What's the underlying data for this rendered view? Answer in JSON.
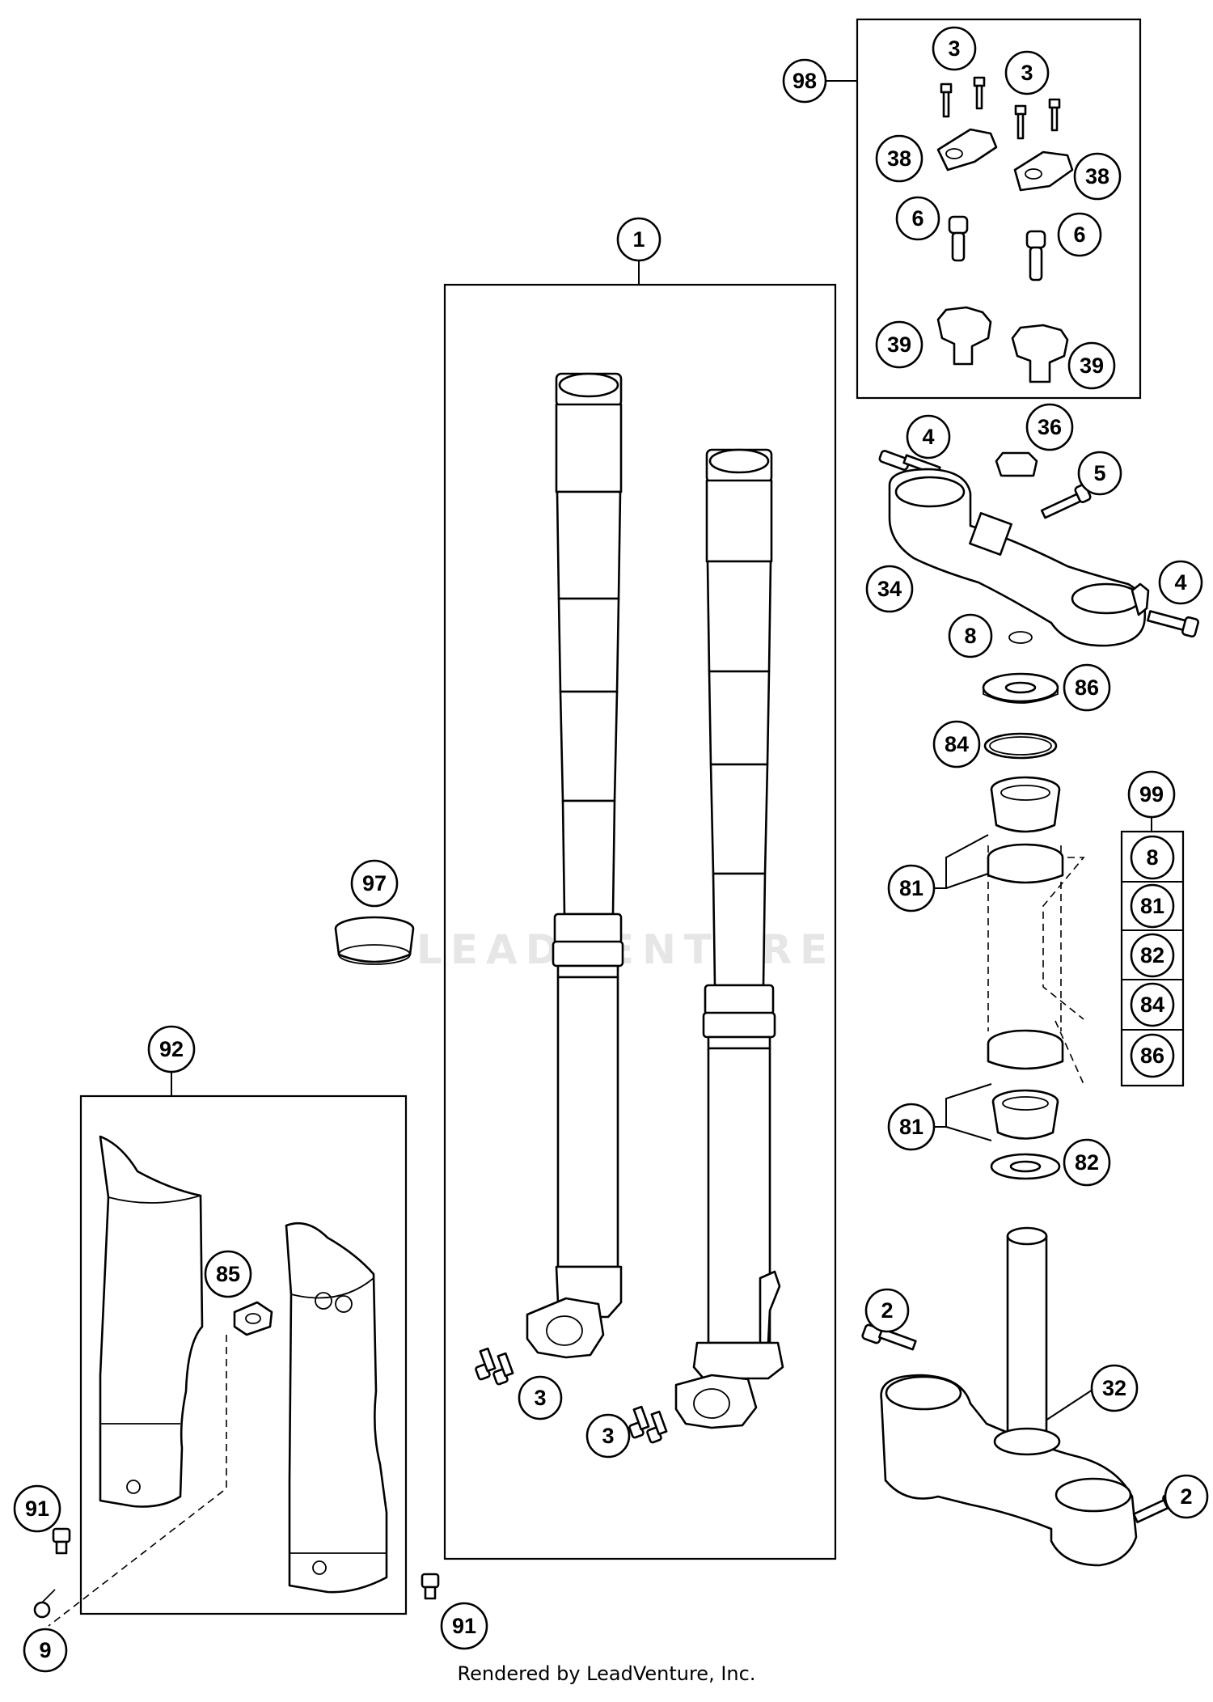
{
  "watermark": "LEADVENTURE",
  "footer": "Rendered by LeadVenture, Inc.",
  "callouts": [
    {
      "id": "c-98",
      "label": "98"
    },
    {
      "id": "c-3a",
      "label": "3"
    },
    {
      "id": "c-3b",
      "label": "3"
    },
    {
      "id": "c-38a",
      "label": "38"
    },
    {
      "id": "c-38b",
      "label": "38"
    },
    {
      "id": "c-6a",
      "label": "6"
    },
    {
      "id": "c-6b",
      "label": "6"
    },
    {
      "id": "c-39a",
      "label": "39"
    },
    {
      "id": "c-39b",
      "label": "39"
    },
    {
      "id": "c-1",
      "label": "1"
    },
    {
      "id": "c-4a",
      "label": "4"
    },
    {
      "id": "c-36",
      "label": "36"
    },
    {
      "id": "c-5",
      "label": "5"
    },
    {
      "id": "c-34",
      "label": "34"
    },
    {
      "id": "c-4b",
      "label": "4"
    },
    {
      "id": "c-8a",
      "label": "8"
    },
    {
      "id": "c-86a",
      "label": "86"
    },
    {
      "id": "c-84a",
      "label": "84"
    },
    {
      "id": "c-99",
      "label": "99"
    },
    {
      "id": "c-81a",
      "label": "81"
    },
    {
      "id": "c-97",
      "label": "97"
    },
    {
      "id": "c-92",
      "label": "92"
    },
    {
      "id": "c-81b",
      "label": "81"
    },
    {
      "id": "c-82a",
      "label": "82"
    },
    {
      "id": "c-85",
      "label": "85"
    },
    {
      "id": "c-2a",
      "label": "2"
    },
    {
      "id": "c-32",
      "label": "32"
    },
    {
      "id": "c-3c",
      "label": "3"
    },
    {
      "id": "c-3d",
      "label": "3"
    },
    {
      "id": "c-2b",
      "label": "2"
    },
    {
      "id": "c-91a",
      "label": "91"
    },
    {
      "id": "c-91b",
      "label": "91"
    },
    {
      "id": "c-9",
      "label": "9"
    }
  ],
  "kit_99_items": [
    {
      "id": "k-8",
      "label": "8"
    },
    {
      "id": "k-81",
      "label": "81"
    },
    {
      "id": "k-82",
      "label": "82"
    },
    {
      "id": "k-84",
      "label": "84"
    },
    {
      "id": "k-86",
      "label": "86"
    }
  ]
}
